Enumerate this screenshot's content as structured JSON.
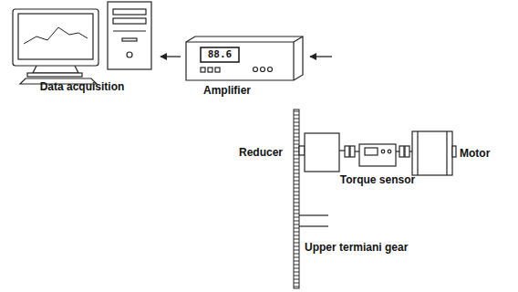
{
  "diagram": {
    "nodes": [
      {
        "text": [
          "Data acquisition"
        ]
      },
      {
        "text": [
          "Amplifier"
        ]
      },
      {
        "text": [
          "Torque sensor"
        ]
      }
    ],
    "edges": [
      {
        "from": 1,
        "to": 0,
        "arrow": "to"
      },
      {
        "from": 2,
        "to": 1,
        "arrow": "to"
      }
    ],
    "labels": [
      "88.6",
      "Reducer",
      "Motor",
      "Upper termiani gear"
    ]
  }
}
